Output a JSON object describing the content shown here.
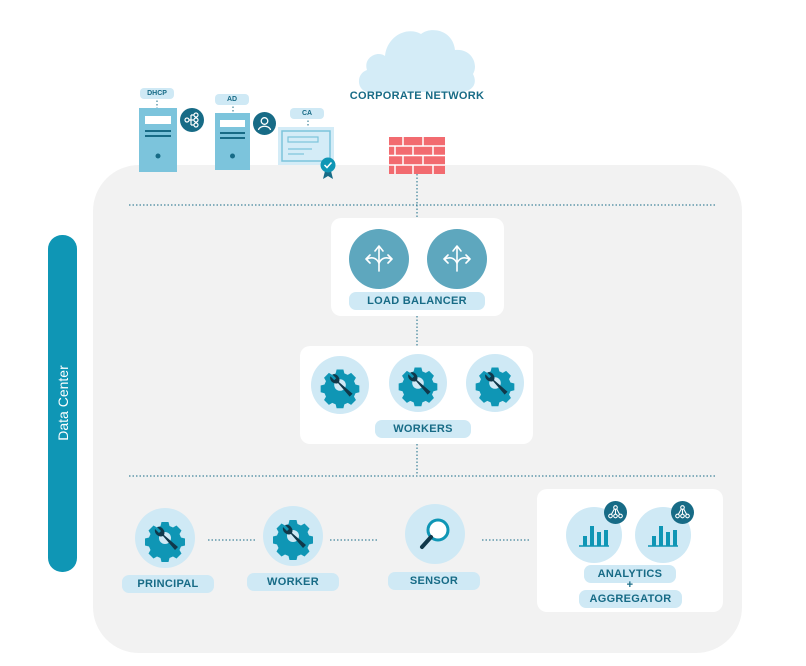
{
  "side_label": "Data Center",
  "corporate_network": "CORPORATE NETWORK",
  "services": {
    "dhcp": "DHCP",
    "ad": "AD",
    "ca": "CA"
  },
  "load_balancer": "LOAD BALANCER",
  "workers_group": "WORKERS",
  "principal": "PRINCIPAL",
  "worker": "WORKER",
  "sensor": "SENSOR",
  "analytics": {
    "line1": "ANALYTICS",
    "plus": "+",
    "line2": "AGGREGATOR"
  },
  "colors": {
    "teal": "#0f96b5",
    "dark_teal": "#176b86",
    "light_blue": "#cfe9f5",
    "firewall": "#f26b70",
    "panel": "#f2f2f2"
  }
}
